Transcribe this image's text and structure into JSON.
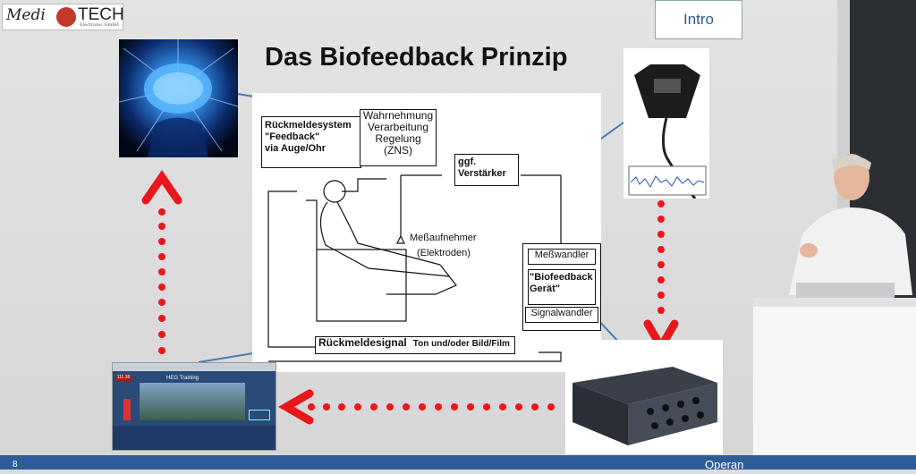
{
  "logo": {
    "text_medi": "Medi",
    "text_tech": "TECH",
    "text_sub": "Electronic GmbH"
  },
  "nav": {
    "intro_label": "Intro"
  },
  "slide": {
    "title": "Das Biofeedback Prinzip"
  },
  "diagram": {
    "perception": [
      "Wahrnehmung",
      "Verarbeitung",
      "Regelung",
      "(ZNS)"
    ],
    "feedback_system": [
      "Rückmeldesystem",
      "\"Feedback\"",
      "via Auge/Ohr"
    ],
    "amplifier": [
      "ggf.",
      "Verstärker"
    ],
    "sensor_label": [
      "Meßaufnehmer",
      "(Elektroden)"
    ],
    "converter": "Meßwandler",
    "biofeedback_device": [
      "\"Biofeedback",
      "Gerät\""
    ],
    "signal_converter": "Signalwandler",
    "feedback_signal": "Rückmeldesignal",
    "feedback_type": "Ton und/oder Bild/Film"
  },
  "screen": {
    "app_title": "HEG Training",
    "value": "111.38"
  },
  "footer": {
    "page_number": "8",
    "section_label": "Operan"
  },
  "colors": {
    "arrow": "#e8171c",
    "connector": "#4a78b8",
    "footer": "#2f5d9a"
  }
}
